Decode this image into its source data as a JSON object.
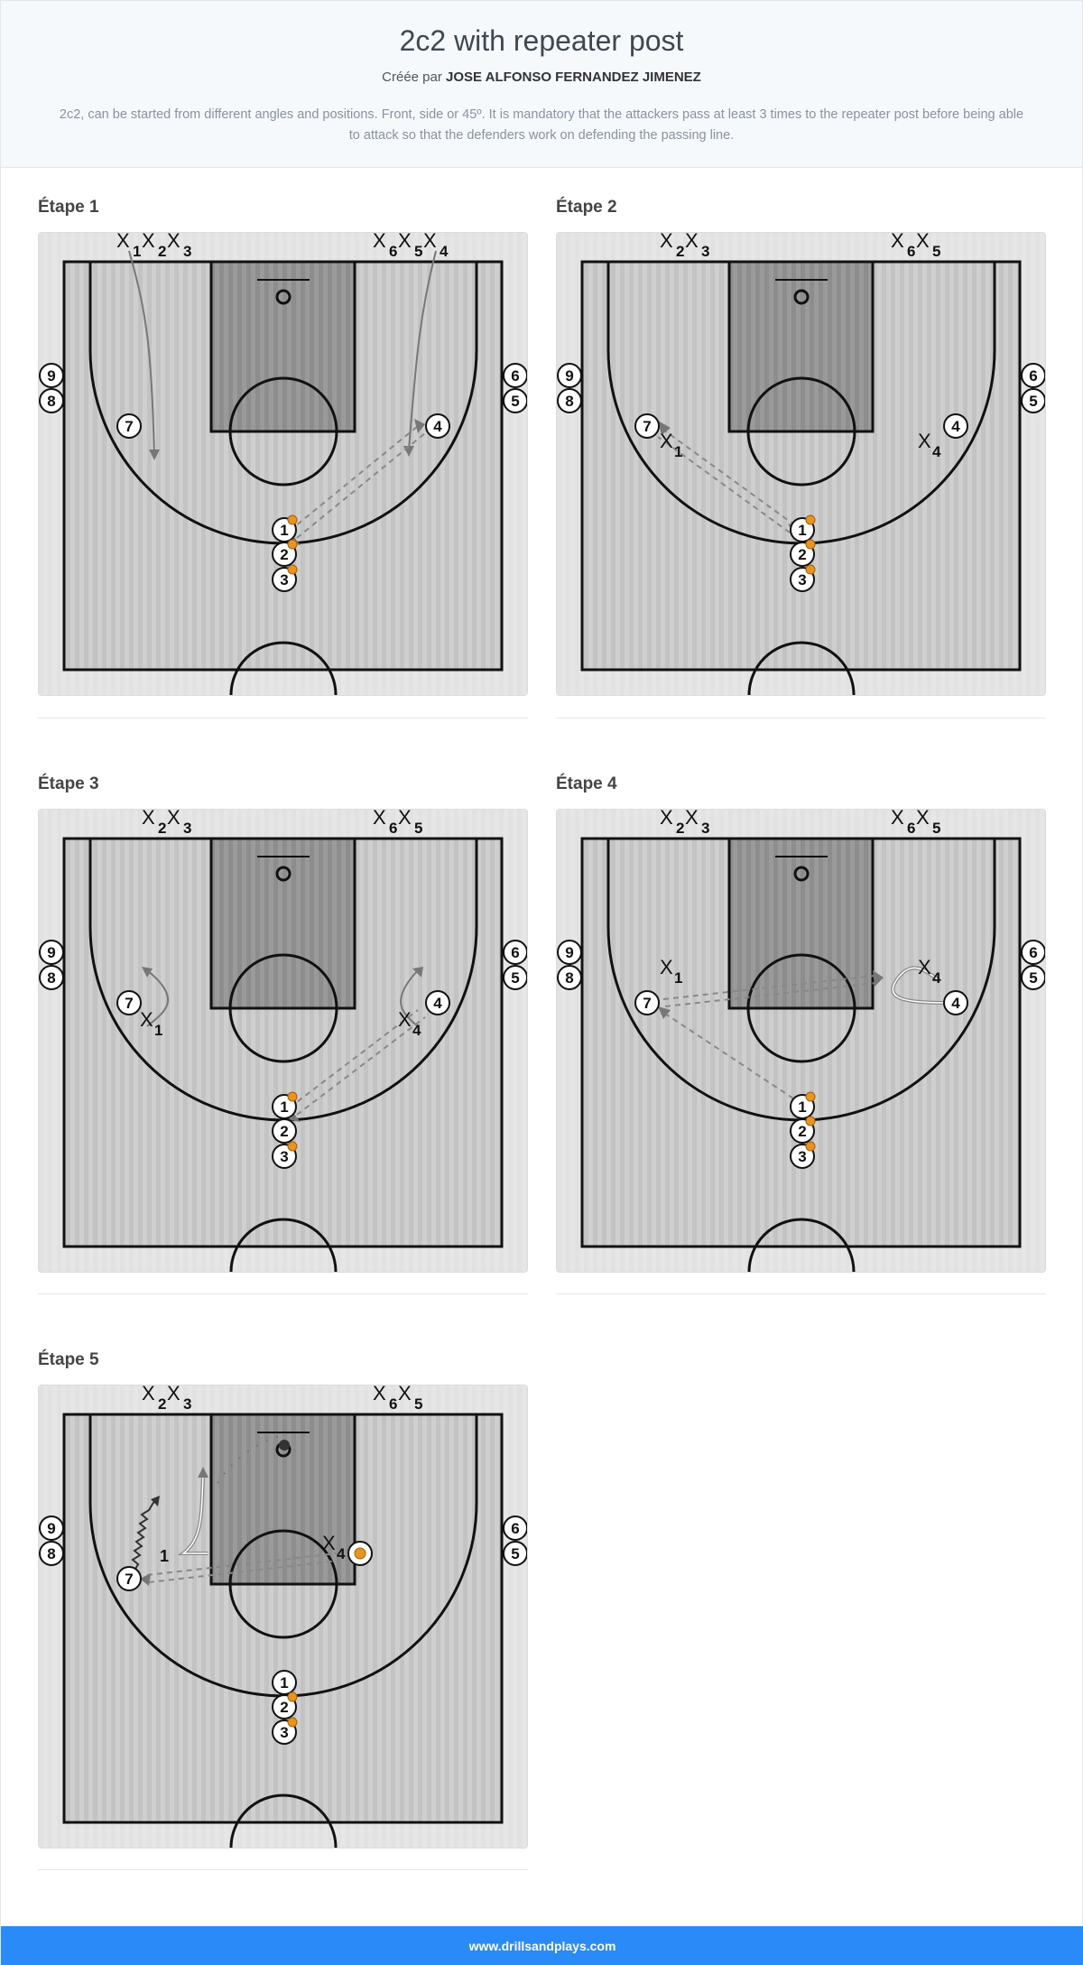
{
  "header": {
    "title": "2c2 with repeater post",
    "author_prefix": "Créée par",
    "author_name": "JOSE ALFONSO FERNANDEZ JIMENEZ",
    "description": "2c2, can be started from different angles and positions. Front, side or 45º. It is mandatory that the attackers pass at least 3 times to the repeater post before being able to attack so that the defenders work on defending the passing line."
  },
  "steps": [
    {
      "title": "Étape 1",
      "attackers": [
        {
          "label": "1",
          "ball": true
        },
        {
          "label": "2",
          "ball": true
        },
        {
          "label": "3",
          "ball": true
        },
        {
          "label": "4"
        },
        {
          "label": "5"
        },
        {
          "label": "6"
        },
        {
          "label": "7"
        },
        {
          "label": "8"
        },
        {
          "label": "9"
        }
      ],
      "defenders": [
        "1",
        "2",
        "3",
        "6",
        "5",
        "4"
      ]
    },
    {
      "title": "Étape 2",
      "attackers": [
        {
          "label": "1",
          "ball": true
        },
        {
          "label": "2",
          "ball": true
        },
        {
          "label": "3",
          "ball": true
        },
        {
          "label": "4"
        },
        {
          "label": "5"
        },
        {
          "label": "6"
        },
        {
          "label": "7"
        },
        {
          "label": "8"
        },
        {
          "label": "9"
        }
      ],
      "defenders": [
        "2",
        "3",
        "6",
        "5",
        "1",
        "4"
      ]
    },
    {
      "title": "Étape 3",
      "attackers": [
        {
          "label": "1",
          "ball": true
        },
        {
          "label": "2"
        },
        {
          "label": "3",
          "ball": true
        },
        {
          "label": "4"
        },
        {
          "label": "5"
        },
        {
          "label": "6"
        },
        {
          "label": "7"
        },
        {
          "label": "8"
        },
        {
          "label": "9"
        }
      ],
      "defenders": [
        "2",
        "3",
        "6",
        "5",
        "1",
        "4"
      ]
    },
    {
      "title": "Étape 4",
      "attackers": [
        {
          "label": "1",
          "ball": true
        },
        {
          "label": "2",
          "ball": true
        },
        {
          "label": "3",
          "ball": true
        },
        {
          "label": "4"
        },
        {
          "label": "5"
        },
        {
          "label": "6"
        },
        {
          "label": "7"
        },
        {
          "label": "8"
        },
        {
          "label": "9"
        }
      ],
      "defenders": [
        "2",
        "3",
        "6",
        "5",
        "1",
        "4"
      ]
    },
    {
      "title": "Étape 5",
      "attackers": [
        {
          "label": "1"
        },
        {
          "label": "2",
          "ball": true
        },
        {
          "label": "3",
          "ball": true
        },
        {
          "label": "5"
        },
        {
          "label": "6"
        },
        {
          "label": "7"
        },
        {
          "label": "8"
        },
        {
          "label": "9"
        }
      ],
      "defenders": [
        "2",
        "3",
        "6",
        "5",
        "1",
        "4"
      ]
    }
  ],
  "footer": {
    "site": "www.drillsandplays.com"
  },
  "colors": {
    "footer_bg": "#2a8af7",
    "ball": "#e8951f",
    "paint": "#8e8e8e",
    "court": "#c9c9c9"
  }
}
